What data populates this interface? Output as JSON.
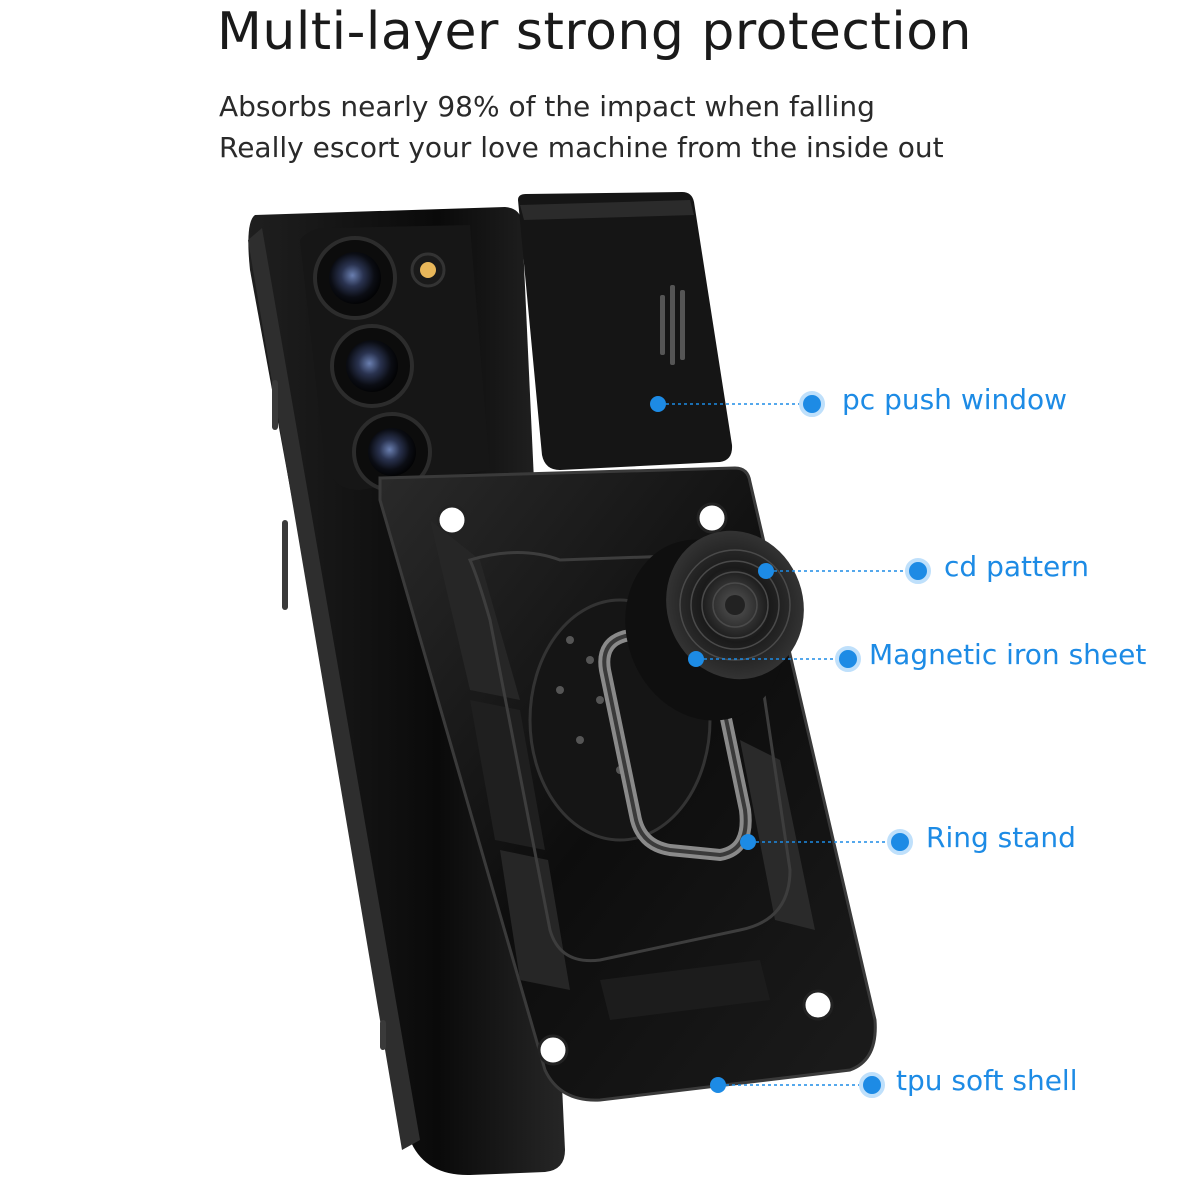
{
  "header": {
    "title": "Multi-layer strong protection",
    "subtitle_line1": "Absorbs nearly 98% of the impact when falling",
    "subtitle_line2": "Really escort your love machine from the inside out"
  },
  "callouts": [
    {
      "label": "pc push window"
    },
    {
      "label": "cd pattern"
    },
    {
      "label": "Magnetic iron sheet"
    },
    {
      "label": "Ring stand"
    },
    {
      "label": "tpu soft shell"
    }
  ],
  "colors": {
    "accent": "#1d8be5",
    "case": "#111111",
    "text": "#1a1a1a"
  }
}
